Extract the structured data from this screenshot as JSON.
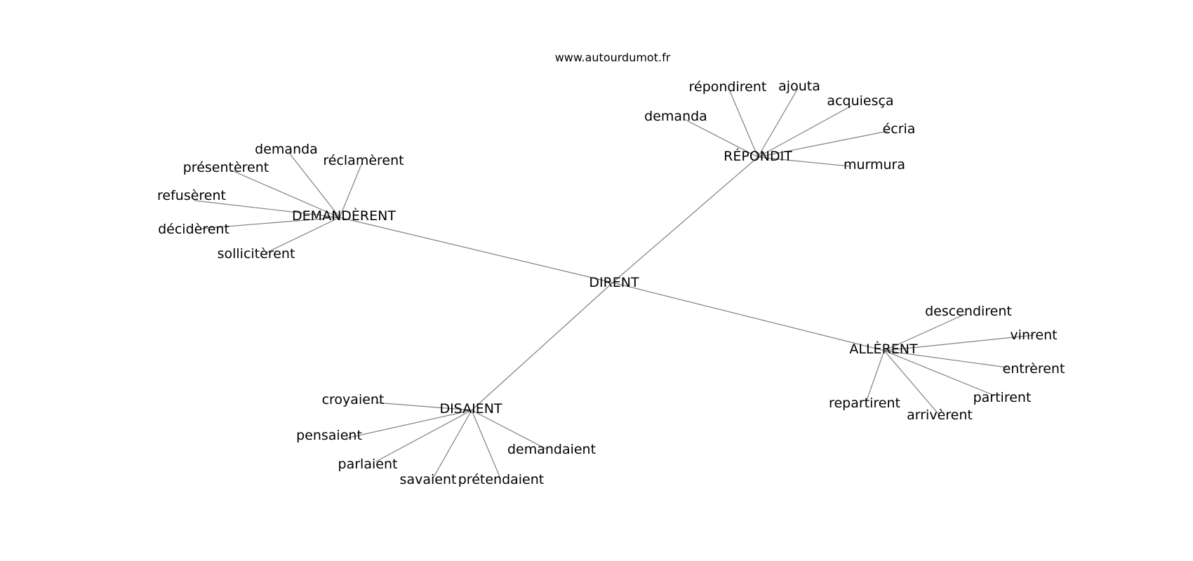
{
  "watermark": "www.autourdumot.fr",
  "center": {
    "id": "dirent",
    "label": "DIRENT"
  },
  "hubs": [
    {
      "id": "demanderent",
      "label": "DEMANDÈRENT",
      "leaves": [
        "demanda",
        "réclamèrent",
        "présentèrent",
        "refusèrent",
        "décidèrent",
        "sollicitèrent"
      ]
    },
    {
      "id": "repondit",
      "label": "RÉPONDIT",
      "leaves": [
        "demanda",
        "répondirent",
        "ajouta",
        "acquiesça",
        "écria",
        "murmura"
      ]
    },
    {
      "id": "allerent",
      "label": "ALLÈRENT",
      "leaves": [
        "descendirent",
        "vinrent",
        "entrèrent",
        "partirent",
        "arrivèrent",
        "repartirent"
      ]
    },
    {
      "id": "disaient",
      "label": "DISAIENT",
      "leaves": [
        "croyaient",
        "pensaient",
        "parlaient",
        "savaient",
        "prétendaient",
        "demandaient"
      ]
    }
  ]
}
